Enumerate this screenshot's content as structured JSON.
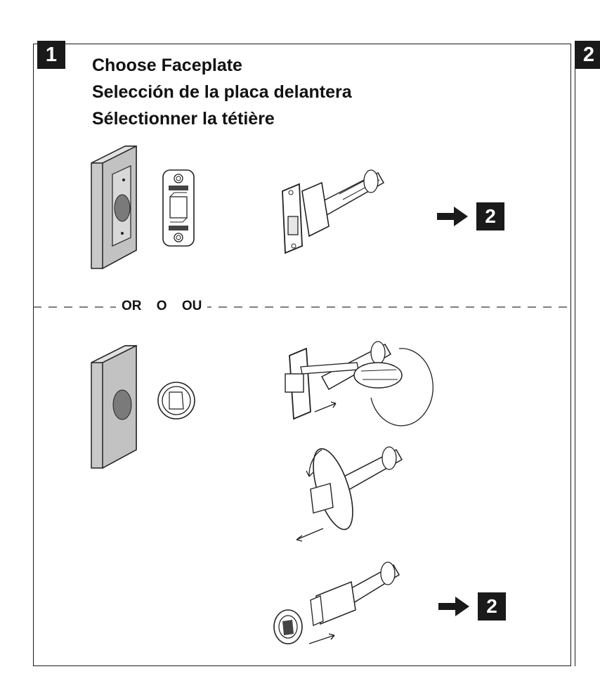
{
  "step": {
    "number": "1",
    "next_step_number": "2",
    "title_lines": [
      "Choose Faceplate",
      "Selección de la placa delantera",
      "Sélectionner la tétière"
    ]
  },
  "separator": {
    "label": "OR O OU"
  },
  "goto": {
    "label": "2"
  }
}
